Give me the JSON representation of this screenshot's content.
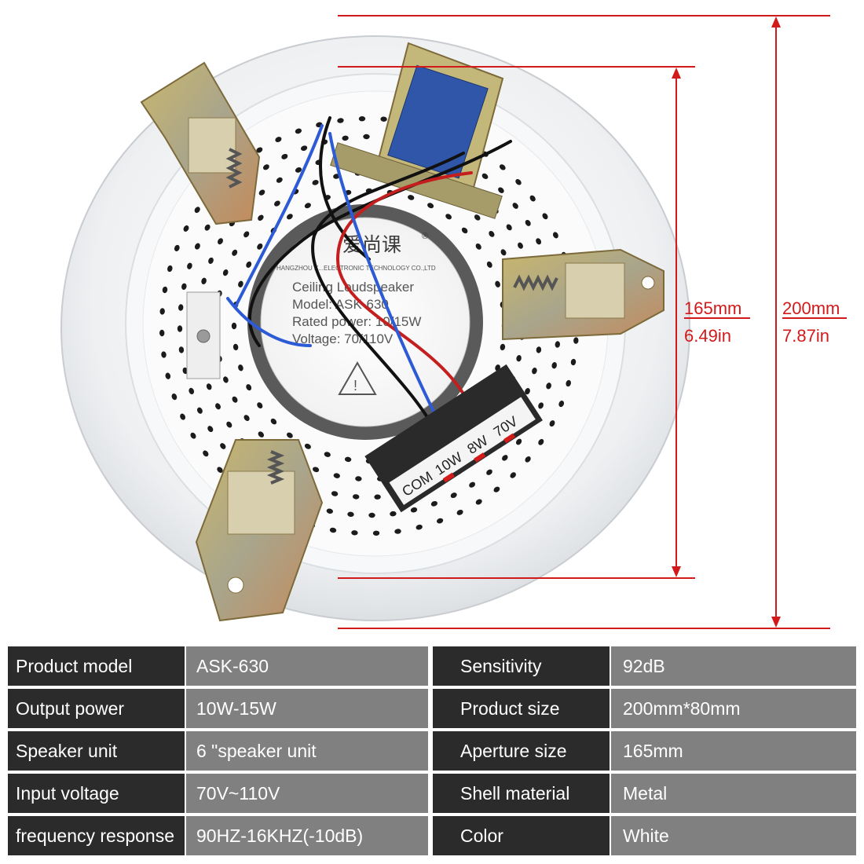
{
  "product_photo": {
    "brand_logo_text": "爱尚课",
    "brand_registered_mark": "®",
    "company_text": "HANGZHOU X...ELECTRONIC TECHNOLOGY CO.,LTD",
    "label_lines": [
      "Ceiling Loudspeaker",
      "Model: ASK-630",
      "Rated power: 10/15W",
      "Voltage: 70/110V"
    ],
    "terminal_labels": [
      "COM",
      "10W",
      "8W",
      "70V"
    ]
  },
  "dimensions": {
    "inner": {
      "mm": "165mm",
      "in": "6.49in"
    },
    "outer": {
      "mm": "200mm",
      "in": "7.87in"
    },
    "line_color": "#d21a1a"
  },
  "specs": {
    "rows": [
      {
        "label": "Product model",
        "value": "ASK-630",
        "label2": "Sensitivity",
        "value2": "92dB"
      },
      {
        "label": "Output power",
        "value": "10W-15W",
        "label2": "Product size",
        "value2": "200mm*80mm"
      },
      {
        "label": "Speaker unit",
        "value": "6 \"speaker unit",
        "label2": "Aperture size",
        "value2": "165mm"
      },
      {
        "label": "Input voltage",
        "value": "70V~110V",
        "label2": "Shell material",
        "value2": "Metal"
      },
      {
        "label": "frequency response",
        "value": "90HZ-16KHZ(-10dB)",
        "label2": "Color",
        "value2": "White"
      }
    ],
    "label_bg": "#2b2b2b",
    "value_bg": "#808080"
  }
}
